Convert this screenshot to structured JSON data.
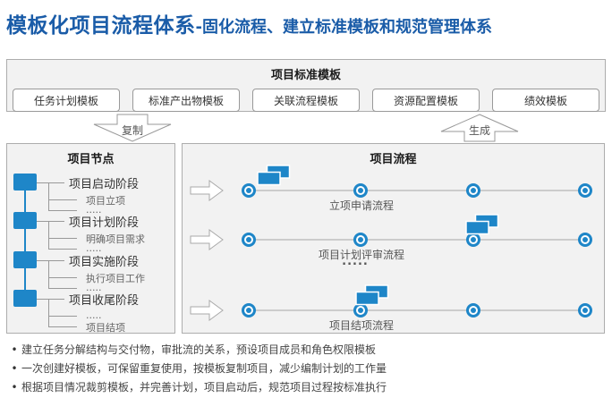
{
  "title": {
    "main": "模板化项目流程体系",
    "separator": "-",
    "subtitle": "固化流程、建立标准模板和规范管理体系"
  },
  "colors": {
    "title_blue": "#1A5CA8",
    "accent_blue": "#1E86C8",
    "panel_bg": "#F2F2F2",
    "panel_border": "#ADADAD",
    "connector_gray": "#999999",
    "flow_line_gray": "#CCCCCC"
  },
  "template_panel": {
    "title": "项目标准模板",
    "boxes": [
      "任务计划模板",
      "标准产出物模板",
      "关联流程模板",
      "资源配置模板",
      "绩效模板"
    ]
  },
  "transfer_arrows": {
    "copy_label": "复制",
    "generate_label": "生成"
  },
  "nodes_panel": {
    "title": "项目节点",
    "phases": [
      {
        "title": "项目启动阶段",
        "subs": [
          "项目立项",
          "....."
        ]
      },
      {
        "title": "项目计划阶段",
        "subs": [
          "明确项目需求",
          "....."
        ]
      },
      {
        "title": "项目实施阶段",
        "subs": [
          "执行项目工作",
          "....."
        ]
      },
      {
        "title": "项目收尾阶段",
        "subs": [
          ".....",
          "项目结项"
        ]
      }
    ]
  },
  "flows_panel": {
    "title": "项目流程",
    "ellipsis": ".....",
    "rows": [
      {
        "label": "立项申请流程",
        "node_count": 4,
        "icon_above_node": 1
      },
      {
        "label": "项目计划评审流程",
        "node_count": 4,
        "icon_above_node": 3
      },
      {
        "label": "项目结项流程",
        "node_count": 4,
        "icon_above_node": 2
      }
    ]
  },
  "notes": [
    "建立任务分解结构与交付物，审批流的关系，预设项目成员和角色权限模板",
    "一次创建好模板，可保留重复使用，按模板复制项目，减少编制计划的工作量",
    "根据项目情况裁剪模板，并完善计划，项目启动后，规范项目过程按标准执行"
  ]
}
